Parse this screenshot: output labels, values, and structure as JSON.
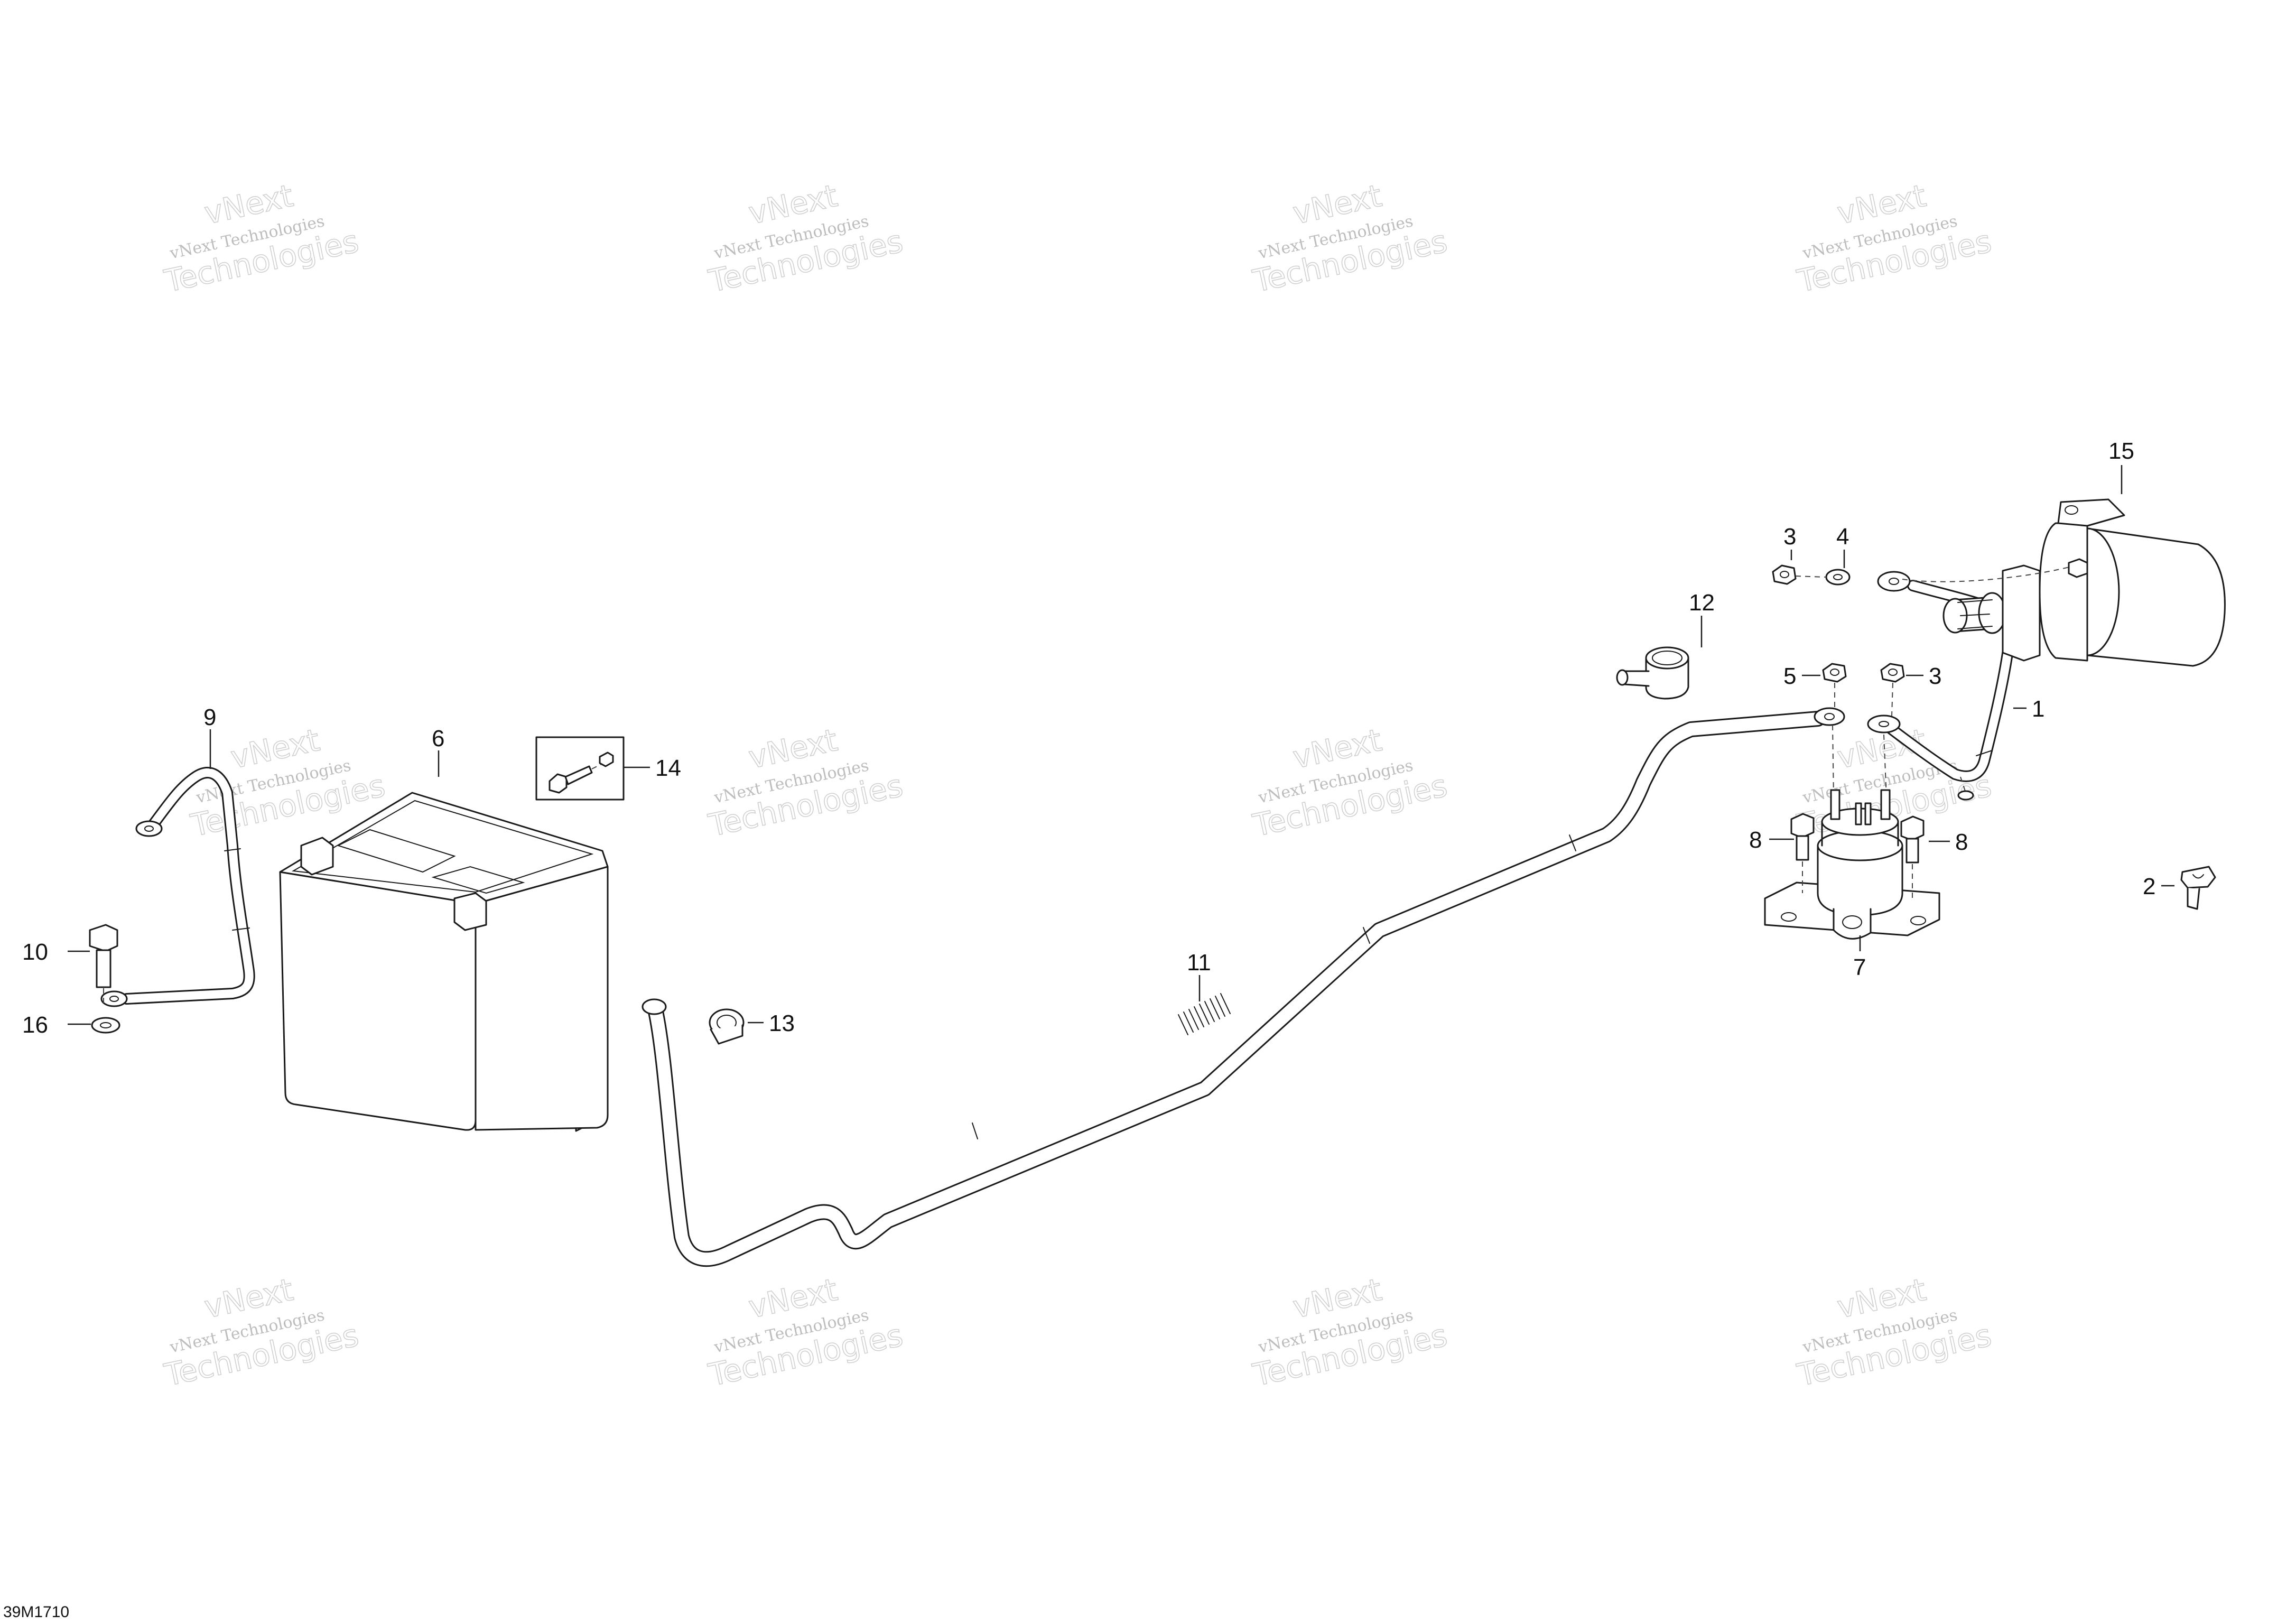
{
  "drawing_code": "39M1710",
  "watermark": {
    "line1": "vNext Technologies",
    "line2": "vNext",
    "line3": "Technologies"
  },
  "callouts": {
    "p1": "1",
    "p2": "2",
    "p3a": "3",
    "p3b": "3",
    "p4": "4",
    "p5": "5",
    "p6": "6",
    "p7": "7",
    "p8a": "8",
    "p8b": "8",
    "p9": "9",
    "p10": "10",
    "p11": "11",
    "p12": "12",
    "p13": "13",
    "p14": "14",
    "p15": "15",
    "p16": "16"
  }
}
